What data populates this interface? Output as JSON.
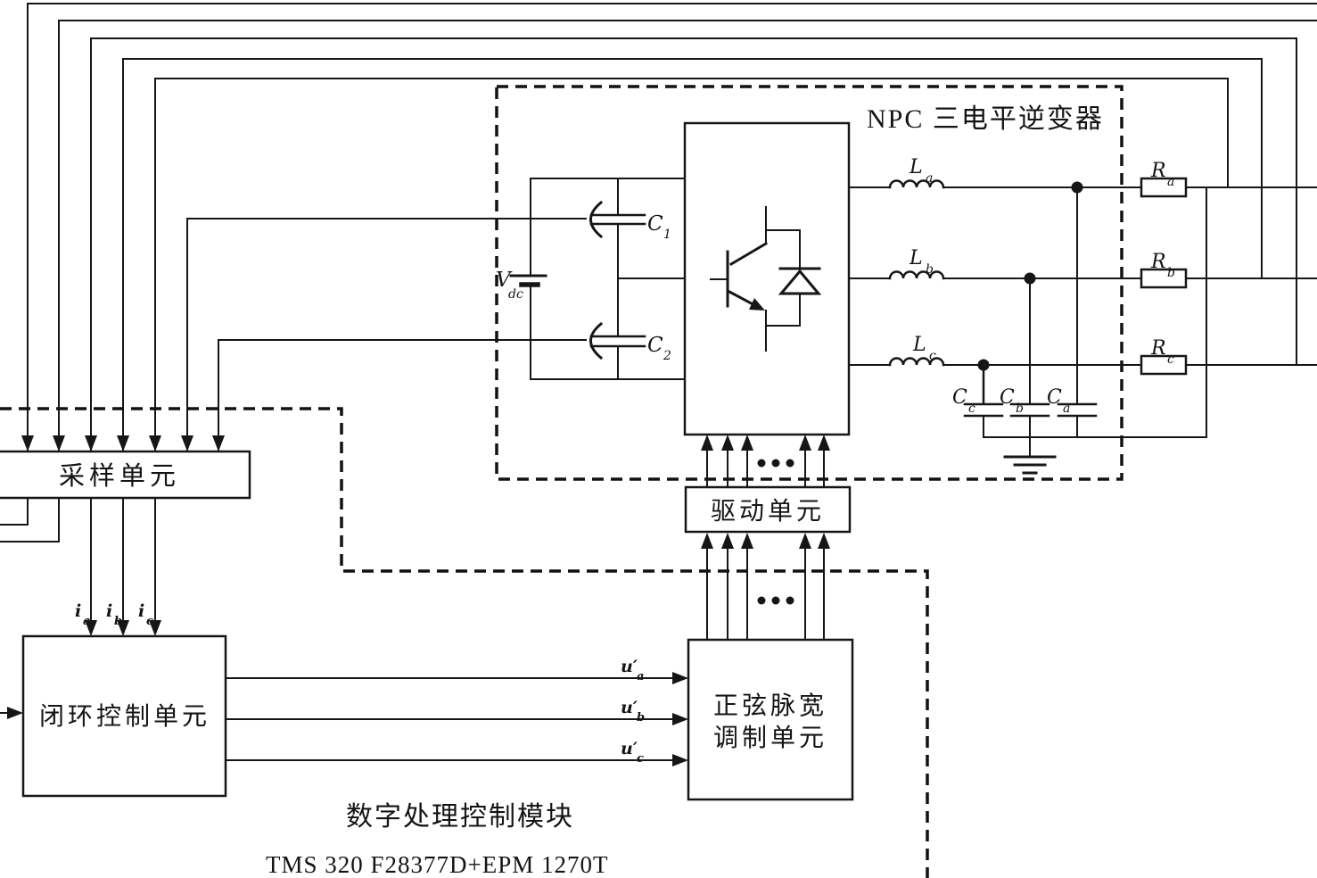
{
  "titles": {
    "inverter": "NPC 三电平逆变器",
    "module": "数字处理控制模块",
    "module_chip": "TMS 320 F28377D+EPM 1270T"
  },
  "blocks": {
    "sampling_unit": "采样单元",
    "drive_unit": "驱动单元",
    "closed_loop_unit": "闭环控制单元",
    "pwm_unit_line1": "正弦脉宽",
    "pwm_unit_line2": "调制单元"
  },
  "components": {
    "vdc": {
      "main": "V",
      "sub": "dc"
    },
    "cap1": {
      "main": "C",
      "sub": "1"
    },
    "cap2": {
      "main": "C",
      "sub": "2"
    },
    "ind_a": {
      "main": "L",
      "sub": "a"
    },
    "ind_b": {
      "main": "L",
      "sub": "b"
    },
    "ind_c": {
      "main": "L",
      "sub": "c"
    },
    "res_a": {
      "main": "R",
      "sub": "a"
    },
    "res_b": {
      "main": "R",
      "sub": "b"
    },
    "res_c": {
      "main": "R",
      "sub": "c"
    },
    "fcap_a": {
      "main": "C",
      "sub": "a"
    },
    "fcap_b": {
      "main": "C",
      "sub": "b"
    },
    "fcap_c": {
      "main": "C",
      "sub": "c"
    }
  },
  "signals": {
    "i_a": {
      "main": "i",
      "sub": "a"
    },
    "i_b": {
      "main": "i",
      "sub": "b"
    },
    "i_c": {
      "main": "i",
      "sub": "c"
    },
    "u_a": {
      "main": "u′",
      "sub": "a"
    },
    "u_b": {
      "main": "u′",
      "sub": "b"
    },
    "u_c": {
      "main": "u′",
      "sub": "c"
    },
    "ellipsis": "···"
  },
  "colors": {
    "ink": "#161616",
    "paper": "#ffffff"
  }
}
